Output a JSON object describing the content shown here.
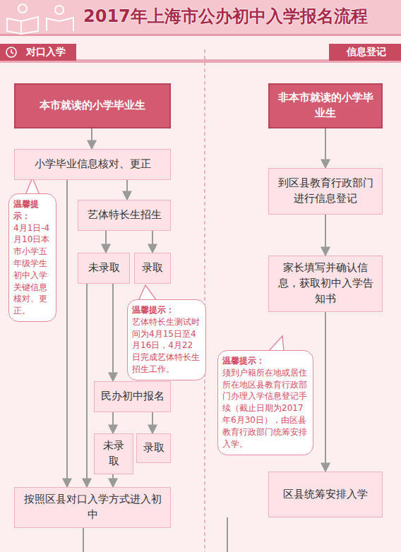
{
  "diagram": {
    "title": "2017年上海市公办初中入学报名流程",
    "nodes": [
      {
        "text": [
          "对口入学"
        ]
      },
      {
        "text": [
          "信息登记"
        ]
      },
      {
        "text": [
          "本市就读的小学毕业生"
        ]
      },
      {
        "text": [
          "小学毕业信息核对、更正"
        ]
      },
      {
        "text": [
          "艺体特长生招生"
        ]
      },
      {
        "text": [
          "未录取"
        ]
      },
      {
        "text": [
          "录取"
        ]
      },
      {
        "text": [
          "民办初中报名"
        ]
      },
      {
        "text": [
          "未录取"
        ]
      },
      {
        "text": [
          "录取"
        ]
      },
      {
        "text": [
          "按照区县对口入学方式进入初中"
        ]
      },
      {
        "text": [
          "非本市就读的小学毕业生"
        ]
      },
      {
        "text": [
          "到区县教育行政部门进行信息登记"
        ]
      },
      {
        "text": [
          "家长填写并确认信息，获取初中入学告知书"
        ]
      },
      {
        "text": [
          "区县统筹安排入学"
        ]
      },
      {
        "text": [
          "温馨提示：",
          "4月1日-4月10日本市小学五年级学生初中入学关键信息核对、更正。"
        ]
      },
      {
        "text": [
          "温馨提示：",
          "艺体特长生测试时间为4月15日至4月16日，4月22日完成艺体特长生招生工作。"
        ]
      },
      {
        "text": [
          "温馨提示：",
          "须到户籍所在地或居住所在地区县教育行政部门办理入学信息登记手续（截止日期为2017年6月30日），由区县教育行政部门统筹安排入学。"
        ]
      }
    ],
    "edges": [
      {
        "from": 2,
        "to": 3,
        "arrow": "to"
      },
      {
        "from": 3,
        "to": 10,
        "arrow": "to"
      },
      {
        "from": 3,
        "to": 4,
        "arrow": "to"
      },
      {
        "from": 4,
        "to": 5,
        "arrow": "to"
      },
      {
        "from": 4,
        "to": 6,
        "arrow": "to"
      },
      {
        "from": 5,
        "to": 10,
        "arrow": "to"
      },
      {
        "from": 5,
        "to": 7,
        "arrow": "to"
      },
      {
        "from": 7,
        "to": 8,
        "arrow": "to"
      },
      {
        "from": 7,
        "to": 9,
        "arrow": "to"
      },
      {
        "from": 8,
        "to": 10,
        "arrow": "to"
      },
      {
        "from": 11,
        "to": 12,
        "arrow": "to"
      },
      {
        "from": 12,
        "to": 13,
        "arrow": "to"
      },
      {
        "from": 13,
        "to": 14,
        "arrow": "to"
      }
    ]
  }
}
